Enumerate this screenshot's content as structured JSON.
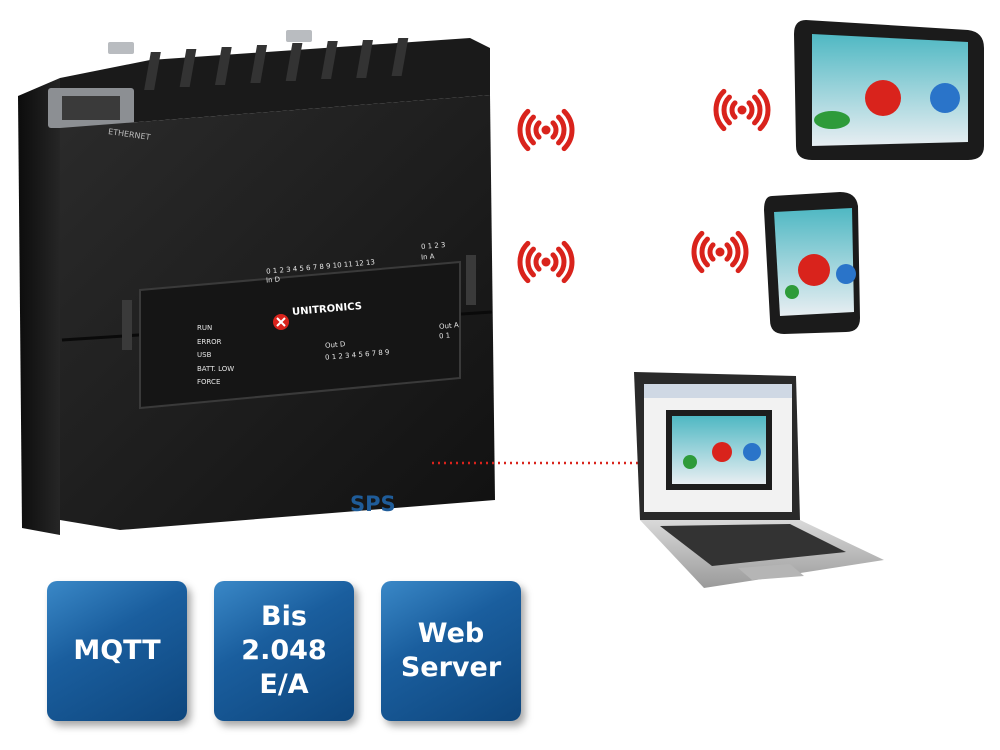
{
  "labels": {
    "sps": "SPS",
    "ethernet": "ETHERNET",
    "brand": "UNITRONICS",
    "inputs_group": "0 1 2 3 4 5 6 7 8 9 10 11 12 13",
    "inputs_group_label": "In D",
    "analog_inputs_group": "0 1 2 3",
    "analog_inputs_label": "In A",
    "outputs_group": "0 1 2 3 4 5 6 7 8 9",
    "outputs_group_label": "Out D",
    "analog_outputs_group": "0 1",
    "analog_outputs_label": "Out A"
  },
  "status_leds": [
    "RUN",
    "ERROR",
    "USB",
    "BATT. LOW",
    "FORCE"
  ],
  "badges": [
    {
      "text": "MQTT"
    },
    {
      "text": "Bis\n2.048\nE/A"
    },
    {
      "text": "Web\nServer"
    }
  ],
  "colors": {
    "signal": "#d9231c",
    "badge_blue": "#1a5e9e",
    "label_blue": "#1f5c99",
    "plc_body": "#1c1c1c"
  },
  "icons": [
    "wifi-signal-icon",
    "unitronics-logo"
  ]
}
